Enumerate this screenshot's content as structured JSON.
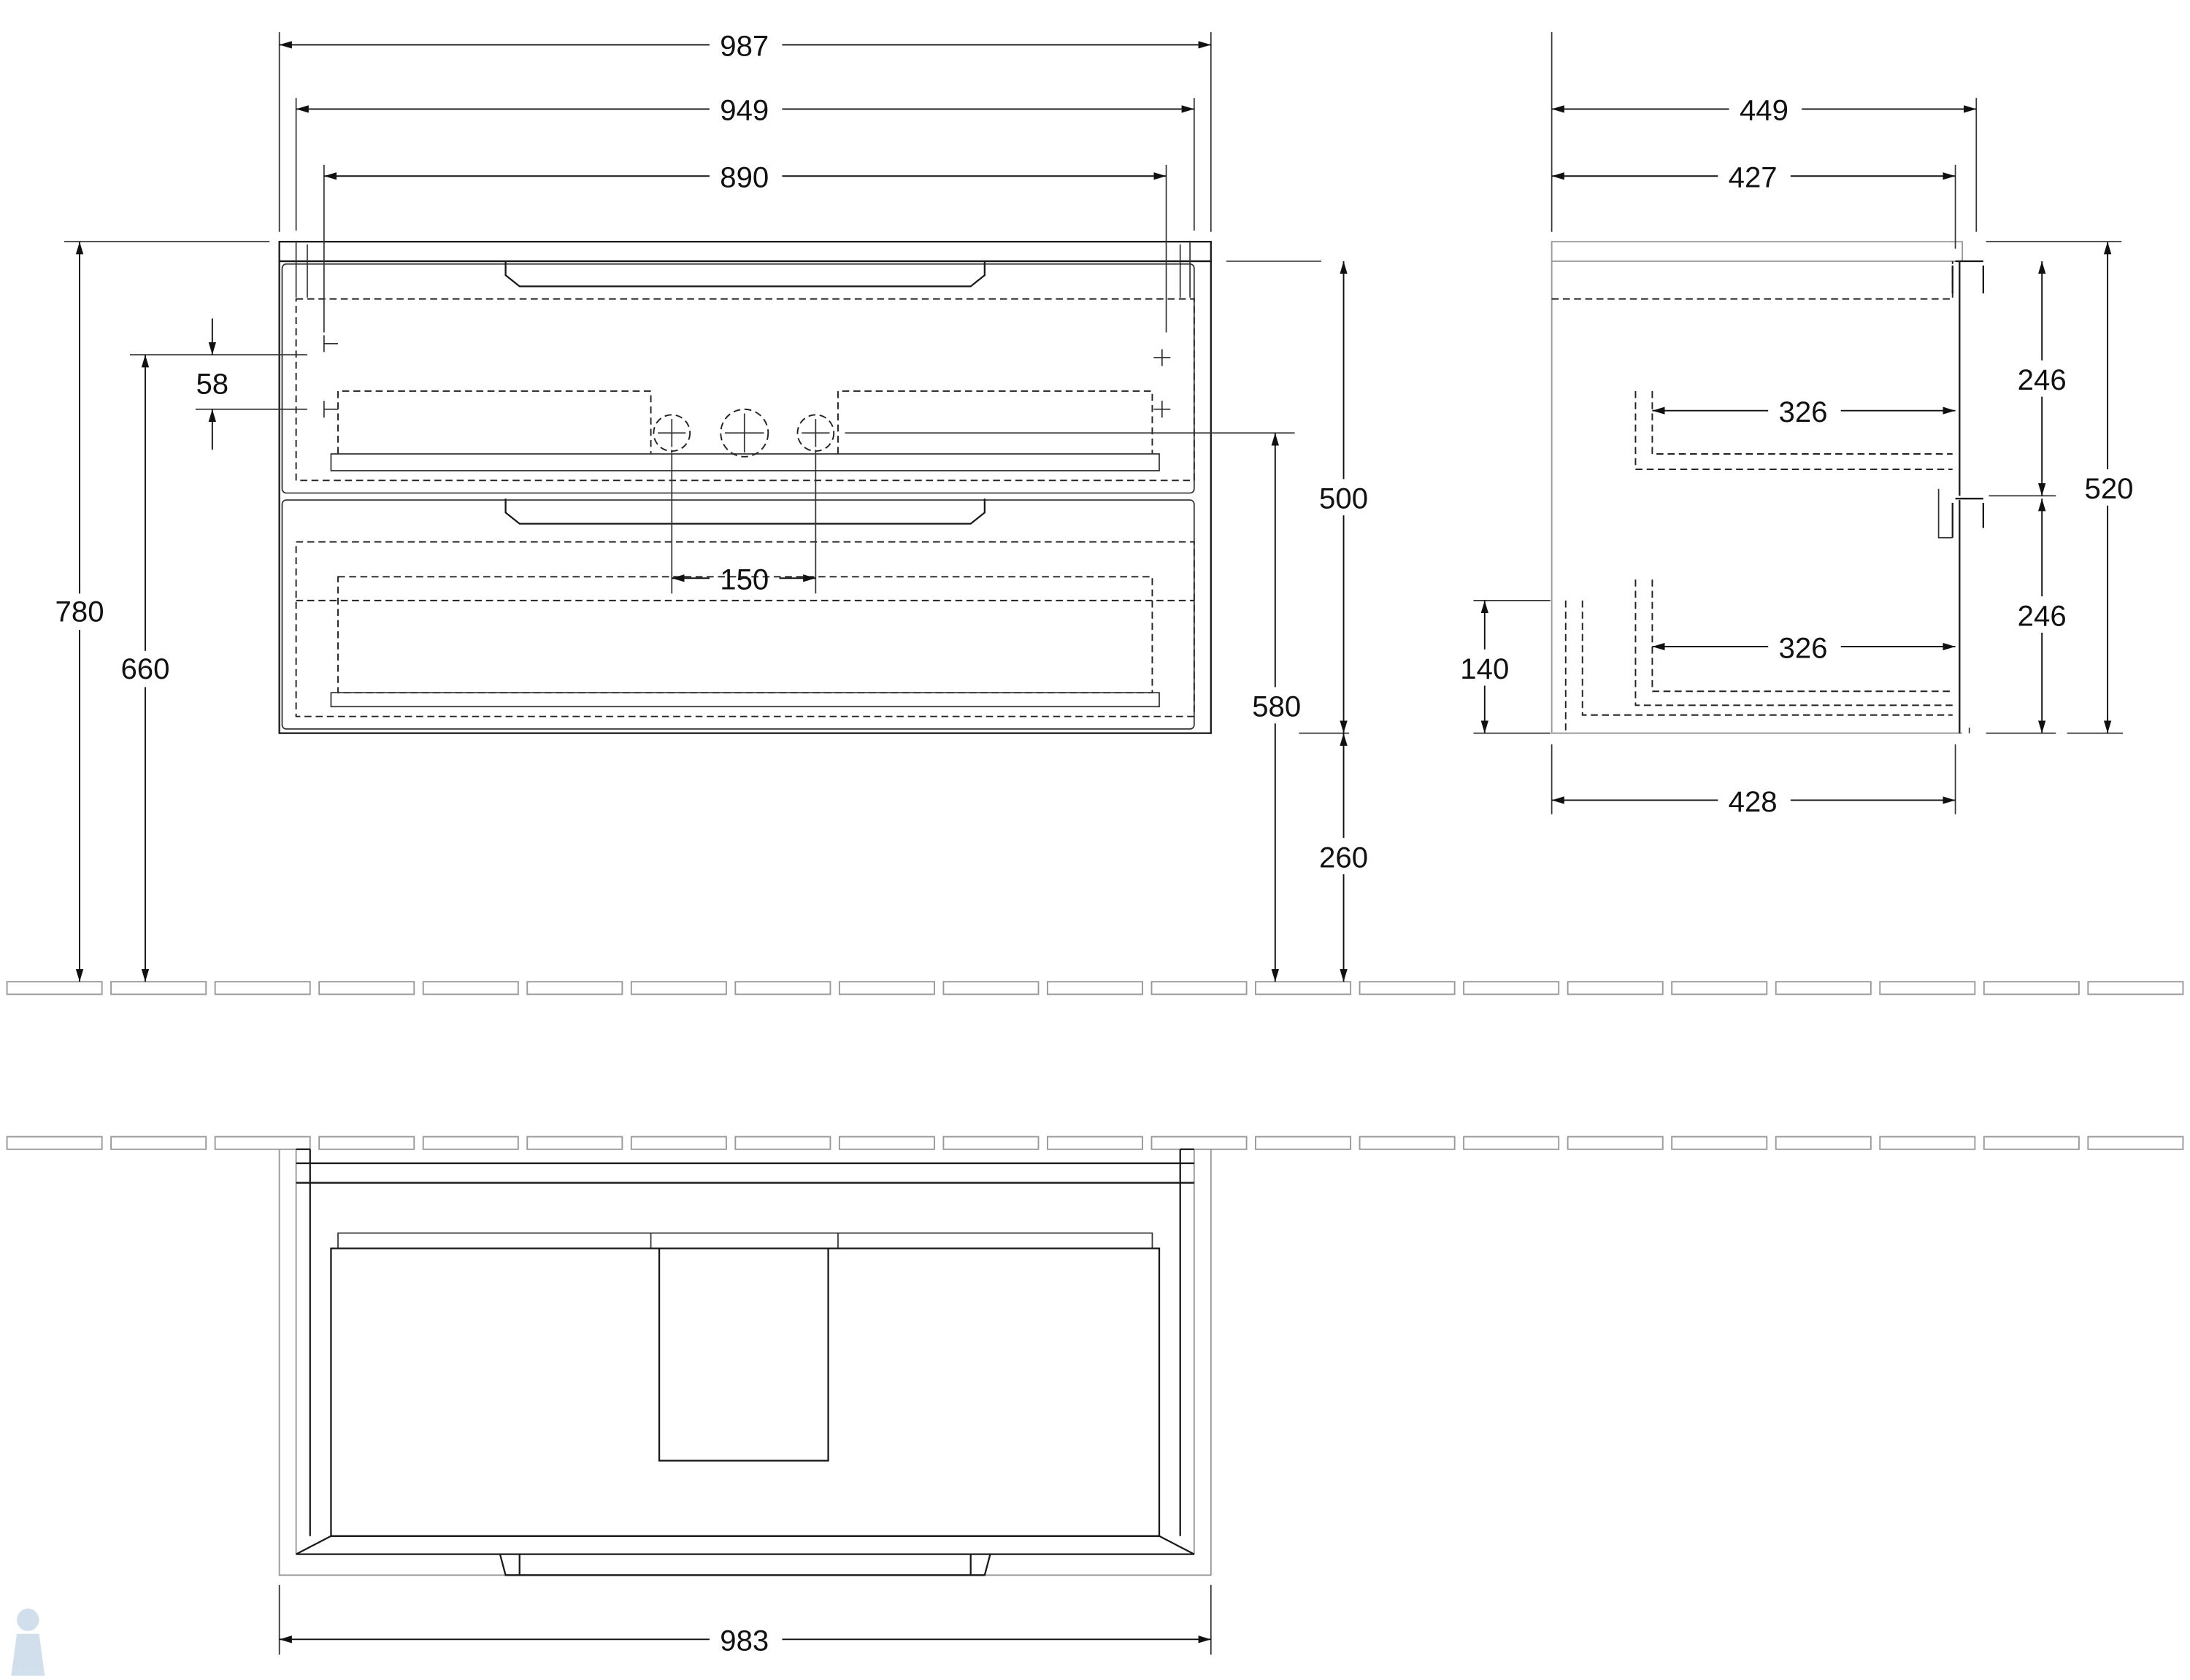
{
  "front_view": {
    "width_overall": "987",
    "width_body": "949",
    "width_inner": "890",
    "height_overall": "780",
    "height_outlet": "660",
    "outlet_offset": "58",
    "drain_height": "580",
    "body_height": "500",
    "floor_clearance": "260",
    "tap_spacing": "150"
  },
  "side_view": {
    "depth_overall": "449",
    "depth_body": "427",
    "depth_bottom": "428",
    "height_total": "520",
    "drawer_height_upper": "246",
    "drawer_height_lower": "246",
    "drawer_depth_upper": "326",
    "drawer_depth_lower": "326",
    "plinth_height": "140"
  },
  "top_view": {
    "width": "983"
  },
  "colors": {
    "line": "#1a1a1a",
    "background": "#ffffff"
  }
}
